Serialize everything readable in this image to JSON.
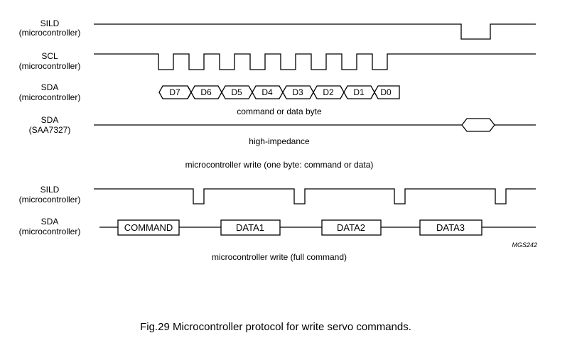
{
  "signals": {
    "sild1": {
      "name": "SILD",
      "source": "(microcontroller)"
    },
    "scl": {
      "name": "SCL",
      "source": "(microcontroller)"
    },
    "sda1": {
      "name": "SDA",
      "source": "(microcontroller)"
    },
    "sda_saa": {
      "name": "SDA",
      "source": "(SAA7327)"
    },
    "sild2": {
      "name": "SILD",
      "source": "(microcontroller)"
    },
    "sda2": {
      "name": "SDA",
      "source": "(microcontroller)"
    }
  },
  "bits": [
    "D7",
    "D6",
    "D5",
    "D4",
    "D3",
    "D2",
    "D1",
    "D0"
  ],
  "notes": {
    "byte": "command or data byte",
    "high_impedance": "high-impedance",
    "one_byte": "microcontroller write (one byte: command or data)",
    "full": "microcontroller write (full command)"
  },
  "boxes": [
    "COMMAND",
    "DATA1",
    "DATA2",
    "DATA3"
  ],
  "figure_code": "MGS242",
  "caption": "Fig.29  Microcontroller protocol for write servo commands."
}
